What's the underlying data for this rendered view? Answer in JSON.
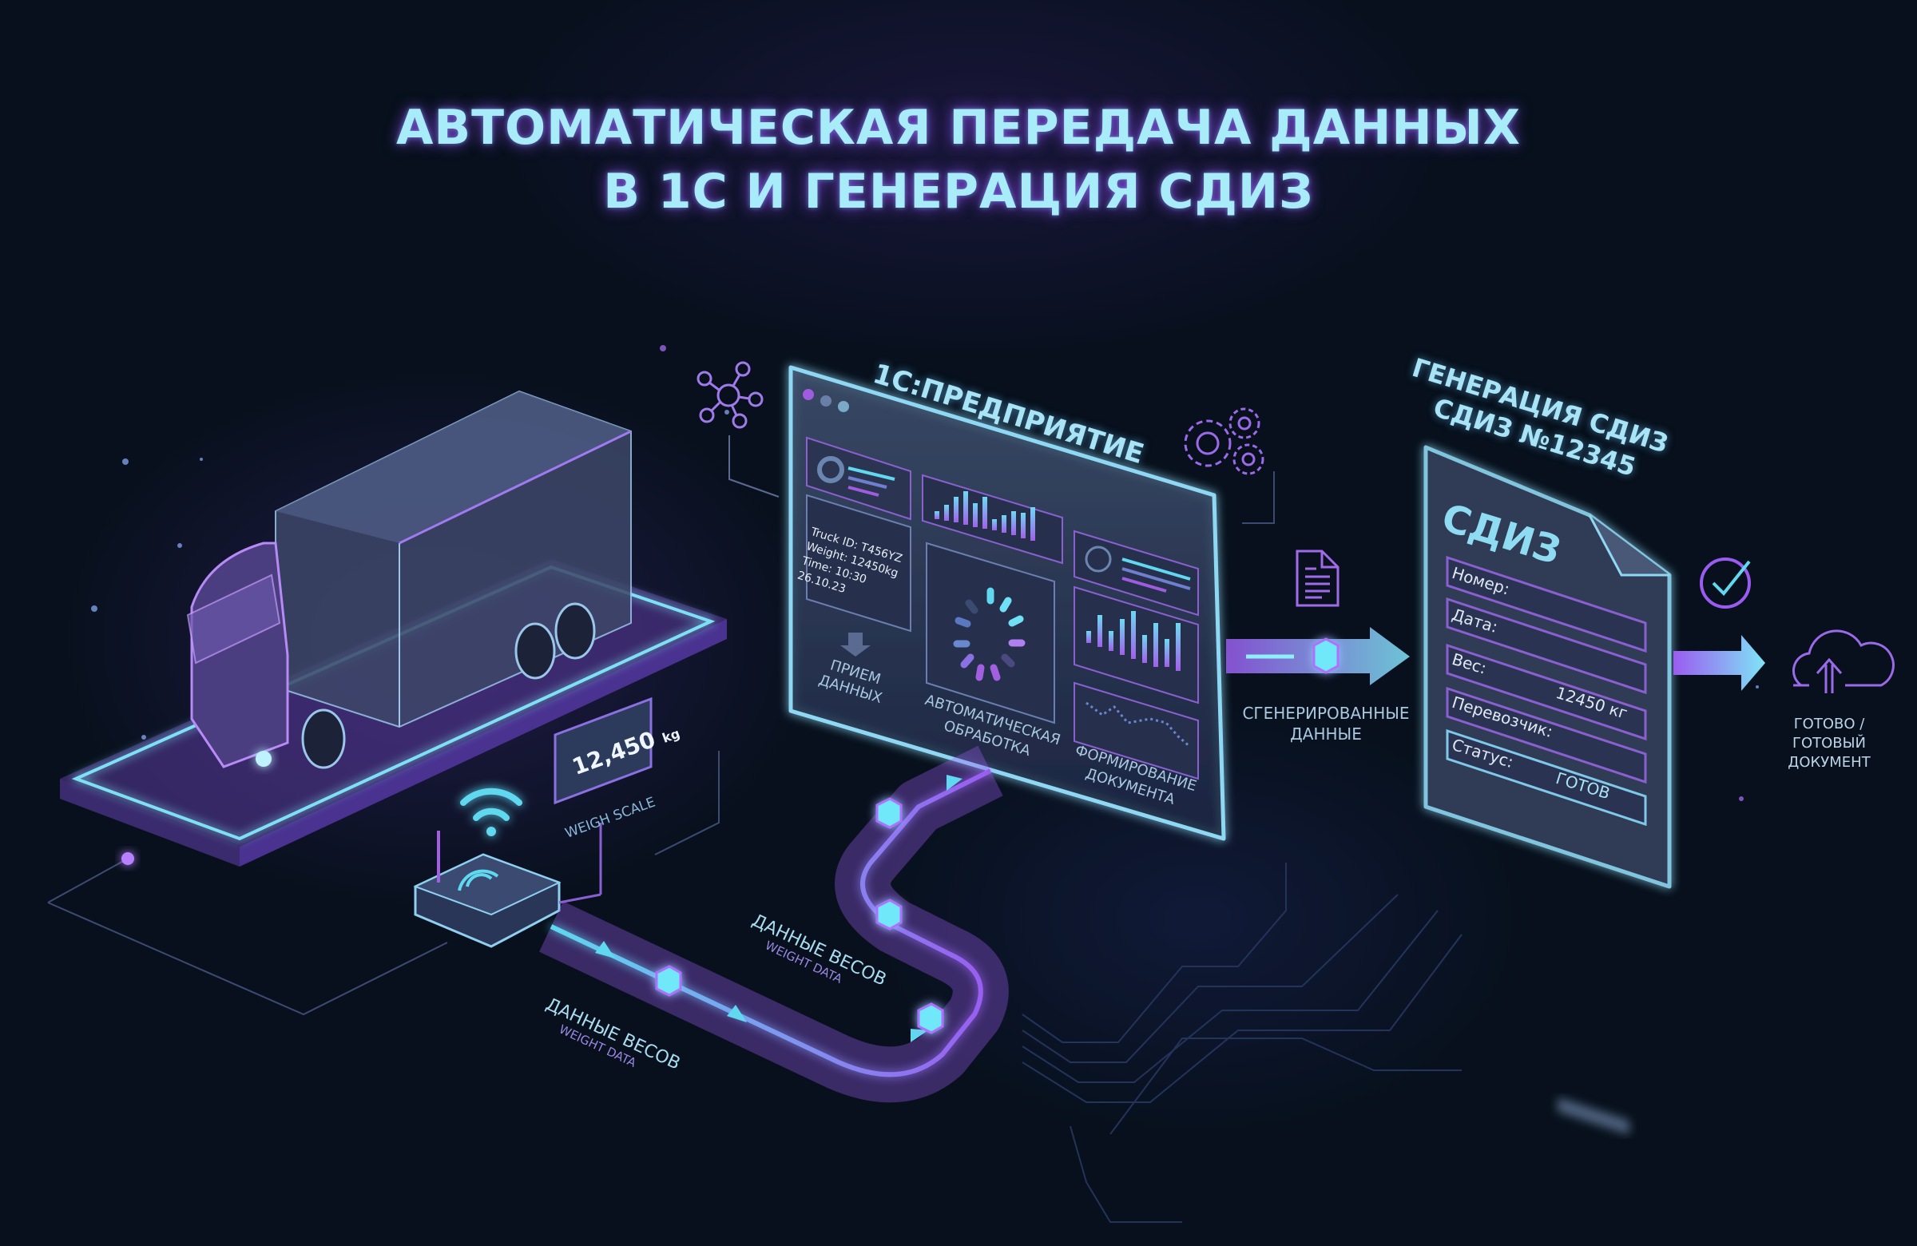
{
  "title": {
    "line1": "АВТОМАТИЧЕСКАЯ ПЕРЕДАЧА ДАННЫХ",
    "line2": "В 1С И ГЕНЕРАЦИЯ СДИЗ"
  },
  "colors": {
    "background": "#07101c",
    "cyan": "#5fd8f0",
    "purple": "#9a5cf0",
    "title": "#a8ecfa"
  },
  "scale": {
    "display_value": "12,450",
    "display_unit": "kg",
    "label": "WEIGH SCALE"
  },
  "flow": {
    "segment1_ru": "ДАННЫЕ ВЕСОВ",
    "segment1_en": "WEIGHT DATA",
    "segment2_ru": "ДАННЫЕ ВЕСОВ",
    "segment2_en": "WEIGHT DATA"
  },
  "enterprise": {
    "title": "1С:ПРЕДПРИЯТИЕ",
    "truck_info": {
      "truck_id": "Truck ID: T456YZ",
      "weight": "Weight: 12450kg",
      "time": "Time: 10:30",
      "date": "26.10.23"
    },
    "receive_label_1": "ПРИЕМ",
    "receive_label_2": "ДАННЫХ",
    "processing_label_1": "АВТОМАТИЧЕСКАЯ",
    "processing_label_2": "ОБРАБОТКА",
    "document_label_1": "ФОРМИРОВАНИЕ",
    "document_label_2": "ДОКУМЕНТА"
  },
  "generated": {
    "label_1": "СГЕНЕРИРОВАННЫЕ",
    "label_2": "ДАННЫЕ"
  },
  "sdiz": {
    "header_1": "ГЕНЕРАЦИЯ СДИЗ",
    "header_2": "СДИЗ №12345",
    "doc_title": "СДИЗ",
    "fields": [
      {
        "label": "Номер:",
        "value": ""
      },
      {
        "label": "Дата:",
        "value": ""
      },
      {
        "label": "Вес:",
        "value": "12450 кг"
      },
      {
        "label": "Перевозчик:",
        "value": ""
      },
      {
        "label": "Статус:",
        "value": "ГОТОВ"
      }
    ]
  },
  "done": {
    "label_1": "ГОТОВО /",
    "label_2": "ГОТОВЫЙ",
    "label_3": "ДОКУМЕНТ"
  }
}
